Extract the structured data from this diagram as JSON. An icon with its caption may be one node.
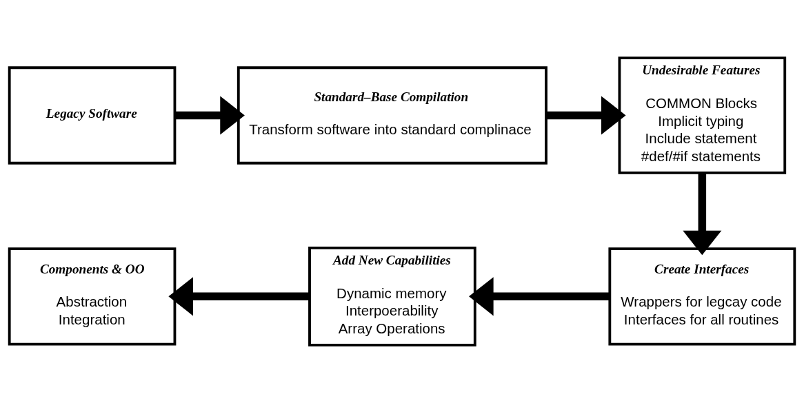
{
  "diagram": {
    "nodes": [
      {
        "text": [
          "Legacy Software"
        ]
      },
      {
        "text": [
          "Standard–Base Compilation",
          "Transform software into standard complinace"
        ]
      },
      {
        "text": [
          "Undesirable Features",
          "COMMON Blocks",
          "Implicit typing",
          "Include statement",
          "#def/#if statements"
        ]
      },
      {
        "text": [
          "Components & OO",
          "Abstraction",
          "Integration"
        ]
      },
      {
        "text": [
          "Add New Capabilities",
          "Dynamic memory",
          "Interpoerability",
          "Array Operations"
        ]
      },
      {
        "text": [
          "Create Interfaces",
          "Wrappers for legcay code",
          "Interfaces for all routines"
        ]
      }
    ],
    "edges": [
      {
        "from": 0,
        "to": 1,
        "arrow": "to"
      },
      {
        "from": 1,
        "to": 2,
        "arrow": "to"
      },
      {
        "from": 2,
        "to": 5,
        "arrow": "to"
      },
      {
        "from": 5,
        "to": 4,
        "arrow": "to"
      },
      {
        "from": 4,
        "to": 3,
        "arrow": "to"
      }
    ]
  }
}
